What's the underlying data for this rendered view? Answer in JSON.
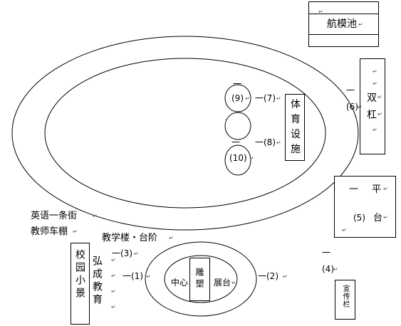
{
  "labels": {
    "model_pool": "航模池",
    "parallel_bars_1": "双",
    "parallel_bars_2": "杠",
    "sports_1": "体",
    "sports_2": "育",
    "sports_3": "设",
    "sports_4": "施",
    "platform_1": "一",
    "platform_2": "平",
    "platform_3": "(5)",
    "platform_4": "台",
    "english_street": "英语一条街",
    "teacher_shed": "教师车棚",
    "building_steps": "教学楼・台阶",
    "campus_scene": "校园小景",
    "hongcheng_edu": "弘成教育",
    "center": "中心",
    "sculpture": "雕塑",
    "display_stage": "展台",
    "bulletin": "宣传栏"
  },
  "markers": {
    "m1": "一(1)",
    "m2": "一(2)",
    "m3": "一(3)",
    "m4_dash": "一",
    "m4": "(4)",
    "m6_dash": "一",
    "m6": "(6)",
    "m7": "一(7)",
    "m8": "一(8)",
    "m9_dash": "一",
    "m9": "(9)",
    "m10_dash": "一",
    "m10": "(10)"
  }
}
